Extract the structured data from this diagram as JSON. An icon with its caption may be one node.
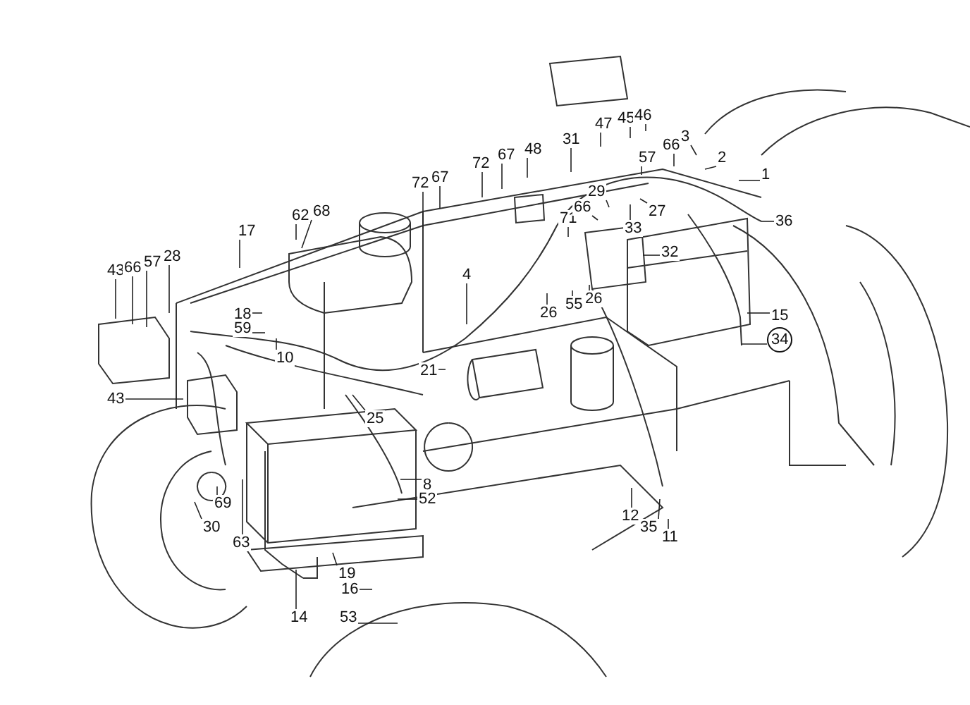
{
  "diagram": {
    "nodes": [
      {
        "text": [
          "47"
        ]
      },
      {
        "text": [
          "45"
        ]
      },
      {
        "text": [
          "46"
        ]
      },
      {
        "text": [
          "3"
        ]
      },
      {
        "text": [
          "2"
        ]
      },
      {
        "text": [
          "1"
        ]
      },
      {
        "text": [
          "31"
        ]
      },
      {
        "text": [
          "67"
        ]
      },
      {
        "text": [
          "48"
        ]
      },
      {
        "text": [
          "57"
        ]
      },
      {
        "text": [
          "66"
        ]
      },
      {
        "text": [
          "72"
        ]
      },
      {
        "text": [
          "67"
        ]
      },
      {
        "text": [
          "72"
        ]
      },
      {
        "text": [
          "29"
        ]
      },
      {
        "text": [
          "71"
        ]
      },
      {
        "text": [
          "66"
        ]
      },
      {
        "text": [
          "33"
        ]
      },
      {
        "text": [
          "27"
        ]
      },
      {
        "text": [
          "36"
        ]
      },
      {
        "text": [
          "62"
        ]
      },
      {
        "text": [
          "68"
        ]
      },
      {
        "text": [
          "17"
        ]
      },
      {
        "text": [
          "32"
        ]
      },
      {
        "text": [
          "43"
        ]
      },
      {
        "text": [
          "66"
        ]
      },
      {
        "text": [
          "57"
        ]
      },
      {
        "text": [
          "28"
        ]
      },
      {
        "text": [
          "4"
        ]
      },
      {
        "text": [
          "26"
        ]
      },
      {
        "text": [
          "55"
        ]
      },
      {
        "text": [
          "26"
        ]
      },
      {
        "text": [
          "18"
        ]
      },
      {
        "text": [
          "59"
        ]
      },
      {
        "text": [
          "15"
        ]
      },
      {
        "text": [
          "34"
        ]
      },
      {
        "text": [
          "10"
        ]
      },
      {
        "text": [
          "21"
        ]
      },
      {
        "text": [
          "43"
        ]
      },
      {
        "text": [
          "25"
        ]
      },
      {
        "text": [
          "8"
        ]
      },
      {
        "text": [
          "52"
        ]
      },
      {
        "text": [
          "69"
        ]
      },
      {
        "text": [
          "12"
        ]
      },
      {
        "text": [
          "30"
        ]
      },
      {
        "text": [
          "35"
        ]
      },
      {
        "text": [
          "11"
        ]
      },
      {
        "text": [
          "63"
        ]
      },
      {
        "text": [
          "19"
        ]
      },
      {
        "text": [
          "16"
        ]
      },
      {
        "text": [
          "14"
        ]
      },
      {
        "text": [
          "53"
        ]
      }
    ],
    "edges": [
      {
        "from": 0,
        "to": null,
        "arrow": "none"
      },
      {
        "from": 1,
        "to": null,
        "arrow": "none"
      },
      {
        "from": 2,
        "to": null,
        "arrow": "none"
      },
      {
        "from": 3,
        "to": null,
        "arrow": "none"
      },
      {
        "from": 4,
        "to": null,
        "arrow": "none"
      },
      {
        "from": 5,
        "to": null,
        "arrow": "none"
      },
      {
        "from": 6,
        "to": null,
        "arrow": "none"
      },
      {
        "from": 7,
        "to": null,
        "arrow": "none"
      },
      {
        "from": 8,
        "to": null,
        "arrow": "none"
      },
      {
        "from": 9,
        "to": null,
        "arrow": "none"
      },
      {
        "from": 10,
        "to": null,
        "arrow": "none"
      },
      {
        "from": 11,
        "to": null,
        "arrow": "none"
      },
      {
        "from": 12,
        "to": null,
        "arrow": "none"
      },
      {
        "from": 13,
        "to": null,
        "arrow": "none"
      },
      {
        "from": 14,
        "to": null,
        "arrow": "none"
      },
      {
        "from": 15,
        "to": null,
        "arrow": "none"
      },
      {
        "from": 16,
        "to": null,
        "arrow": "none"
      },
      {
        "from": 17,
        "to": null,
        "arrow": "none"
      },
      {
        "from": 18,
        "to": null,
        "arrow": "none"
      },
      {
        "from": 19,
        "to": null,
        "arrow": "none"
      },
      {
        "from": 20,
        "to": null,
        "arrow": "none"
      },
      {
        "from": 21,
        "to": null,
        "arrow": "none"
      },
      {
        "from": 22,
        "to": null,
        "arrow": "none"
      },
      {
        "from": 23,
        "to": null,
        "arrow": "none"
      },
      {
        "from": 24,
        "to": null,
        "arrow": "none"
      },
      {
        "from": 25,
        "to": null,
        "arrow": "none"
      },
      {
        "from": 26,
        "to": null,
        "arrow": "none"
      },
      {
        "from": 27,
        "to": null,
        "arrow": "none"
      },
      {
        "from": 28,
        "to": null,
        "arrow": "none"
      },
      {
        "from": 29,
        "to": null,
        "arrow": "none"
      },
      {
        "from": 30,
        "to": null,
        "arrow": "none"
      },
      {
        "from": 31,
        "to": null,
        "arrow": "none"
      },
      {
        "from": 32,
        "to": null,
        "arrow": "none"
      },
      {
        "from": 33,
        "to": null,
        "arrow": "none"
      },
      {
        "from": 34,
        "to": null,
        "arrow": "none"
      },
      {
        "from": 35,
        "to": null,
        "arrow": "none"
      },
      {
        "from": 36,
        "to": null,
        "arrow": "none"
      },
      {
        "from": 37,
        "to": null,
        "arrow": "none"
      },
      {
        "from": 38,
        "to": null,
        "arrow": "none"
      },
      {
        "from": 39,
        "to": null,
        "arrow": "none"
      },
      {
        "from": 40,
        "to": null,
        "arrow": "none"
      },
      {
        "from": 41,
        "to": null,
        "arrow": "none"
      },
      {
        "from": 42,
        "to": null,
        "arrow": "none"
      },
      {
        "from": 43,
        "to": null,
        "arrow": "none"
      },
      {
        "from": 44,
        "to": null,
        "arrow": "none"
      },
      {
        "from": 45,
        "to": null,
        "arrow": "none"
      },
      {
        "from": 46,
        "to": null,
        "arrow": "none"
      },
      {
        "from": 47,
        "to": null,
        "arrow": "none"
      },
      {
        "from": 48,
        "to": null,
        "arrow": "none"
      },
      {
        "from": 49,
        "to": null,
        "arrow": "none"
      },
      {
        "from": 50,
        "to": null,
        "arrow": "none"
      },
      {
        "from": 51,
        "to": null,
        "arrow": "none"
      }
    ]
  }
}
